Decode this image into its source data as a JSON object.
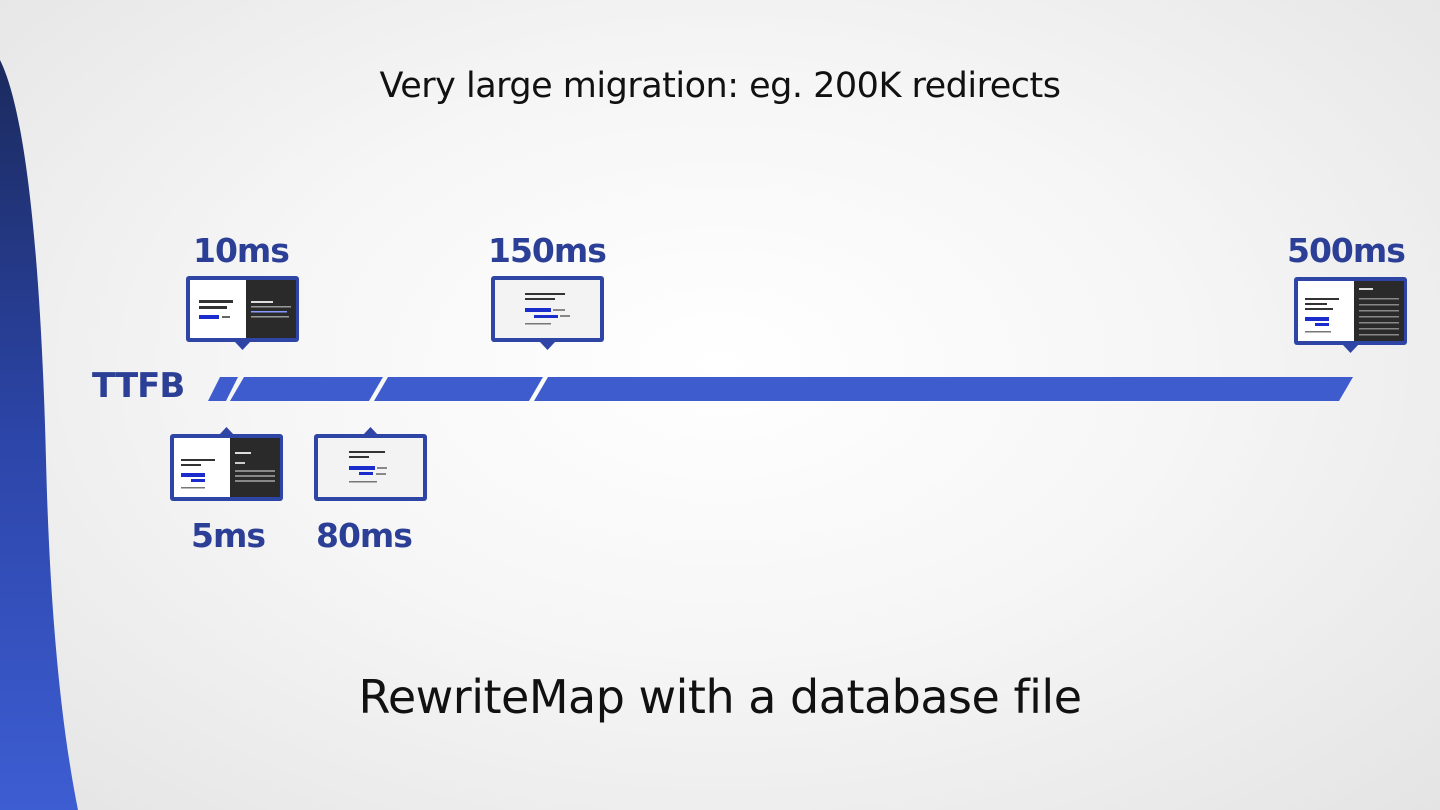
{
  "slide": {
    "title": "Very large migration: eg. 200K redirects",
    "subtitle": "RewriteMap with a database file"
  },
  "timeline": {
    "axis_label": "TTFB",
    "markers": [
      {
        "time_ms": 10,
        "label": "10ms",
        "position": "above"
      },
      {
        "time_ms": 150,
        "label": "150ms",
        "position": "above"
      },
      {
        "time_ms": 500,
        "label": "500ms",
        "position": "above"
      },
      {
        "time_ms": 5,
        "label": "5ms",
        "position": "below"
      },
      {
        "time_ms": 80,
        "label": "80ms",
        "position": "below"
      }
    ]
  },
  "colors": {
    "accent": "#3f5ccf",
    "label": "#2b3f96",
    "frame": "#2e45a6",
    "text": "#111111",
    "dark_panel": "#2a2a2a"
  }
}
